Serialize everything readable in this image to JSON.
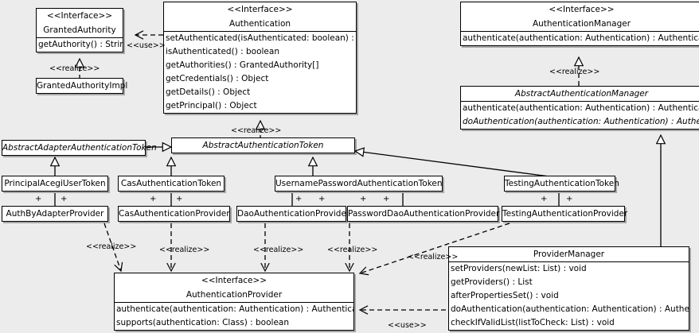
{
  "diagram": {
    "kind": "uml-class-diagram",
    "background": "#ececec",
    "box_fill": "#ffffff",
    "line_color": "#000000",
    "stereotype_interface": "<<Interface>>",
    "labels": {
      "realize": "<<realize>>",
      "use": "<<use>>",
      "plus": "+"
    }
  },
  "classes": {
    "granted_authority": {
      "stereotype": "<<Interface>>",
      "name": "GrantedAuthority",
      "methods": [
        "getAuthority() : String"
      ]
    },
    "granted_authority_impl": {
      "name": "GrantedAuthorityImpl",
      "methods": []
    },
    "authentication": {
      "stereotype": "<<Interface>>",
      "name": "Authentication",
      "methods": [
        "setAuthenticated(isAuthenticated: boolean) : void",
        "isAuthenticated() : boolean",
        "getAuthorities() : GrantedAuthority[]",
        "getCredentials() : Object",
        "getDetails() : Object",
        "getPrincipal() : Object"
      ]
    },
    "authentication_manager": {
      "stereotype": "<<Interface>>",
      "name": "AuthenticationManager",
      "methods": [
        "authenticate(authentication: Authentication) : Authentication"
      ]
    },
    "abstract_authentication_manager": {
      "name": "AbstractAuthenticationManager",
      "methods": [
        "authenticate(authentication: Authentication) : Authentication",
        "doAuthentication(authentication: Authentication) : Authentication"
      ]
    },
    "abstract_adapter_authentication_token": {
      "name": "AbstractAdapterAuthenticationToken",
      "methods": []
    },
    "abstract_authentication_token": {
      "name": "AbstractAuthenticationToken",
      "methods": []
    },
    "principal_acegi_user_token": {
      "name": "PrincipalAcegiUserToken",
      "methods": []
    },
    "cas_authentication_token": {
      "name": "CasAuthenticationToken",
      "methods": []
    },
    "username_password_authentication_token": {
      "name": "UsernamePasswordAuthenticationToken",
      "methods": []
    },
    "testing_authentication_token": {
      "name": "TestingAuthenticationToken",
      "methods": []
    },
    "auth_by_adapter_provider": {
      "name": "AuthByAdapterProvider",
      "methods": []
    },
    "cas_authentication_provider": {
      "name": "CasAuthenticationProvider",
      "methods": []
    },
    "dao_authentication_provider": {
      "name": "DaoAuthenticationProvider",
      "methods": []
    },
    "password_dao_authentication_provider": {
      "name": "PasswordDaoAuthenticationProvider",
      "methods": []
    },
    "testing_authentication_provider": {
      "name": "TestingAuthenticationProvider",
      "methods": []
    },
    "authentication_provider": {
      "stereotype": "<<Interface>>",
      "name": "AuthenticationProvider",
      "methods": [
        "authenticate(authentication: Authentication) : Authentication",
        "supports(authentication: Class) : boolean"
      ]
    },
    "provider_manager": {
      "name": "ProviderManager",
      "methods": [
        "setProviders(newList: List) : void",
        "getProviders() : List",
        "afterPropertiesSet() : void",
        "doAuthentication(authentication: Authentication) : Authentication",
        "checkIfValidList(listToCheck: List) : void"
      ]
    }
  },
  "relationship_labels": [
    {
      "id": "use-auth-granted",
      "text": "<<use>>"
    },
    {
      "id": "realize-gai-ga",
      "text": "<<realize>>"
    },
    {
      "id": "realize-aat-auth",
      "text": "<<realize>>"
    },
    {
      "id": "realize-aam-am",
      "text": "<<realize>>"
    },
    {
      "id": "realize-abap-ap",
      "text": "<<realize>>"
    },
    {
      "id": "realize-cap-ap",
      "text": "<<realize>>"
    },
    {
      "id": "realize-dap-ap",
      "text": "<<realize>>"
    },
    {
      "id": "realize-pdap-ap",
      "text": "<<realize>>"
    },
    {
      "id": "realize-tap-ap",
      "text": "<<realize>>"
    },
    {
      "id": "use-pm-ap",
      "text": "<<use>>"
    }
  ]
}
